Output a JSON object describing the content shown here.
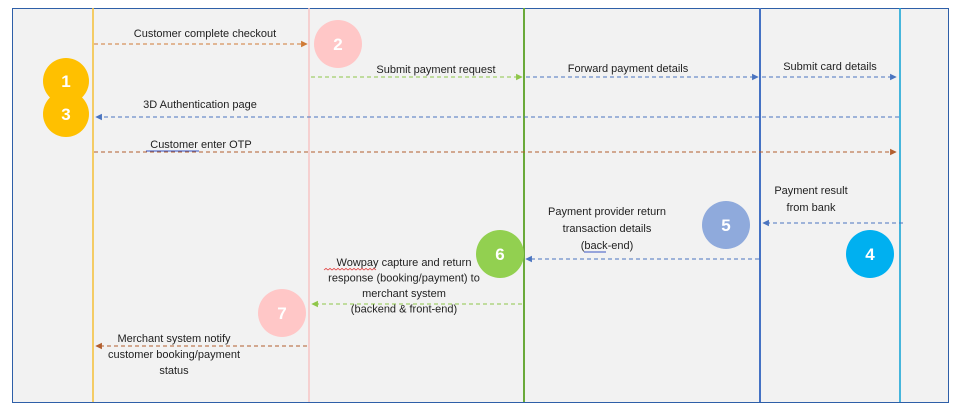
{
  "colors": {
    "background": "#f2f2f2",
    "frame": "#2e5fa8",
    "lifeline_1": "#f5c242",
    "lifeline_2": "#f6c7c7",
    "lifeline_3": "#6aaa3a",
    "lifeline_4": "#4472c4",
    "lifeline_5": "#1aa6d6",
    "arrow_orange": "#d07a35",
    "arrow_green": "#8fc74a",
    "arrow_blue": "#4a74c0",
    "arrow_brown": "#b35f2f"
  },
  "messages": [
    {
      "id": "customer-complete-checkout",
      "lines": [
        "Customer complete checkout"
      ],
      "color": "arrow_orange"
    },
    {
      "id": "submit-payment-request",
      "lines": [
        "Submit payment request"
      ],
      "color": "arrow_green"
    },
    {
      "id": "forward-payment-details",
      "lines": [
        "Forward payment details"
      ],
      "color": "arrow_blue"
    },
    {
      "id": "submit-card-details",
      "lines": [
        "Submit card details"
      ],
      "color": "arrow_blue"
    },
    {
      "id": "3d-authentication-page",
      "lines": [
        "3D Authentication page"
      ],
      "color": "arrow_blue"
    },
    {
      "id": "customer-enter-otp",
      "lines": [
        "Customer enter OTP"
      ],
      "color": "arrow_brown"
    },
    {
      "id": "payment-result-from-bank",
      "lines": [
        "Payment result",
        "from bank"
      ],
      "color": "arrow_blue"
    },
    {
      "id": "payment-provider-return",
      "lines": [
        "Payment provider return",
        "transaction details",
        "(back-end)"
      ],
      "color": "arrow_blue"
    },
    {
      "id": "wowpay-capture",
      "lines": [
        "Wowpay capture and return",
        "response (booking/payment) to",
        "merchant system",
        "(backend & front-end)"
      ],
      "color": "arrow_green"
    },
    {
      "id": "merchant-notify",
      "lines": [
        "Merchant system notify",
        "customer booking/payment",
        "status"
      ],
      "color": "arrow_brown"
    }
  ],
  "steps": [
    {
      "id": "step-1",
      "label": "1",
      "color": "#ffc000"
    },
    {
      "id": "step-2",
      "label": "2",
      "color": "#ffc7c7"
    },
    {
      "id": "step-3",
      "label": "3",
      "color": "#ffc000"
    },
    {
      "id": "step-4",
      "label": "4",
      "color": "#00b0f0"
    },
    {
      "id": "step-5",
      "label": "5",
      "color": "#8faadc"
    },
    {
      "id": "step-6",
      "label": "6",
      "color": "#92d050"
    },
    {
      "id": "step-7",
      "label": "7",
      "color": "#ffc7c7"
    }
  ]
}
